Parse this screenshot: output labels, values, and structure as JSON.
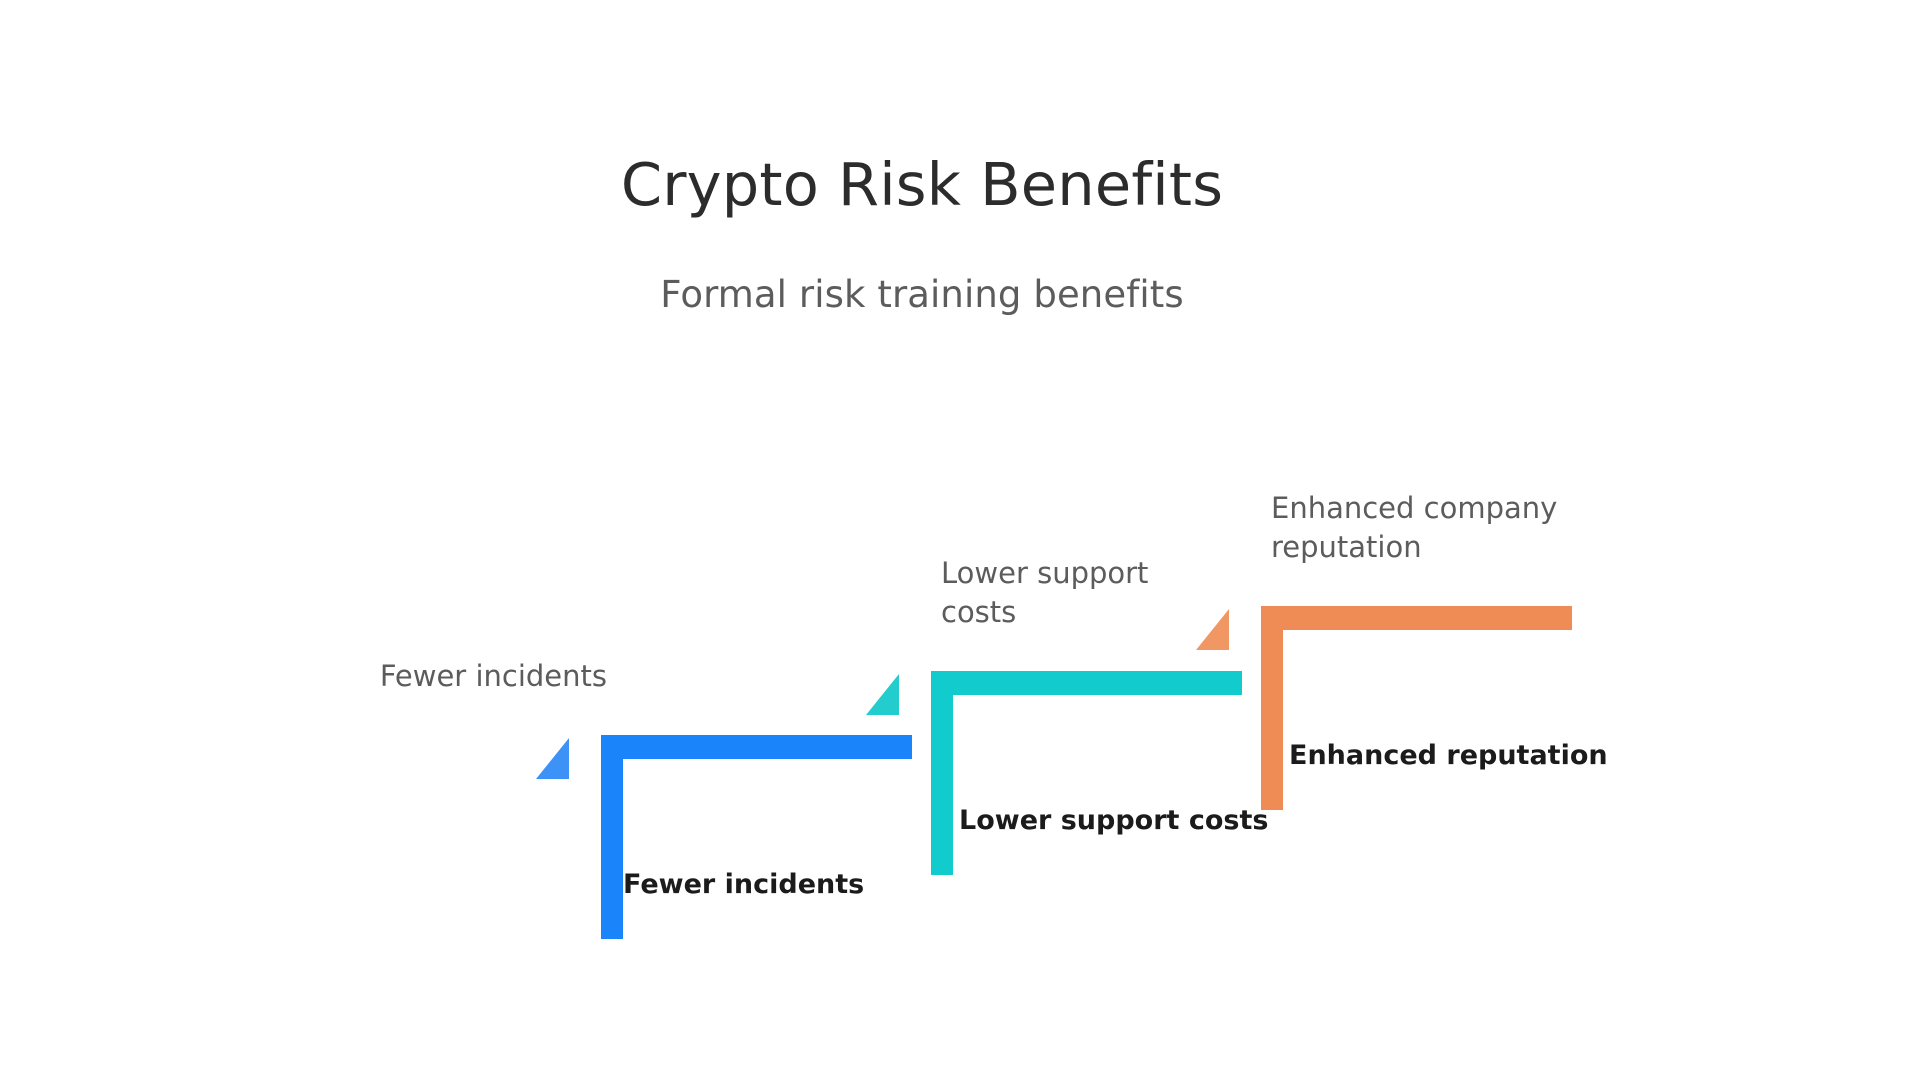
{
  "slide": {
    "title": "Crypto Risk Benefits",
    "subtitle": "Formal risk training benefits",
    "background_color": "#ffffff",
    "title_color": "#2c2c2c",
    "subtitle_color": "#5c5c5c"
  },
  "chart_data": {
    "type": "bar",
    "title": "Crypto Risk Benefits",
    "subtitle": "Formal risk training benefits",
    "xlabel": "",
    "ylabel": "",
    "grid": false,
    "legend": "none",
    "categories": [
      "Fewer incidents",
      "Lower support costs",
      "Enhanced reputation"
    ],
    "values": [
      1,
      2,
      3
    ],
    "annotations": [
      "Fewer incidents",
      "Lower support costs",
      "Enhanced company reputation"
    ],
    "colors": [
      "#1a84fb",
      "#11cbcd",
      "#ef8c55"
    ]
  },
  "steps": [
    {
      "caption": "Fewer incidents",
      "label": "Fewer incidents",
      "color": "#1a84fb",
      "arrow_color": "#3d92f8",
      "icon": "triangle-arrow-icon"
    },
    {
      "caption": "Lower support\ncosts",
      "label": "Lower support costs",
      "color": "#11cbcd",
      "arrow_color": "#24cdcd",
      "icon": "triangle-arrow-icon"
    },
    {
      "caption": "Enhanced company\nreputation",
      "label": "Enhanced reputation",
      "color": "#ef8c55",
      "arrow_color": "#f09764",
      "icon": "triangle-arrow-icon"
    }
  ]
}
